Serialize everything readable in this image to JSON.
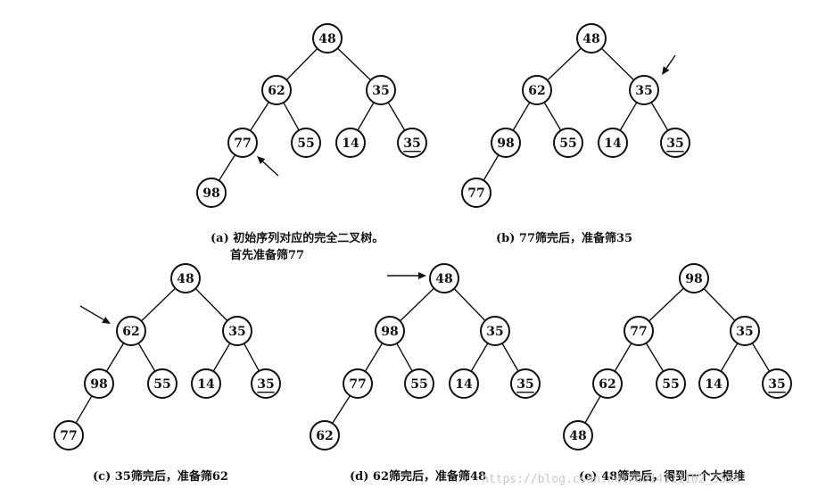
{
  "diagram": {
    "trees": [
      {
        "id": "a",
        "caption_lines": [
          "(a) 初始序列对应的完全二叉树。",
          "首先准备筛77"
        ],
        "nodes": [
          "48",
          "62",
          "35",
          "77",
          "55",
          "14",
          "35",
          "98"
        ],
        "arrow_on": 3
      },
      {
        "id": "b",
        "caption_lines": [
          "(b) 77筛完后，准备筛35"
        ],
        "nodes": [
          "48",
          "62",
          "35",
          "98",
          "55",
          "14",
          "35",
          "77"
        ],
        "arrow_on": 2
      },
      {
        "id": "c",
        "caption_lines": [
          "(c) 35筛完后，准备筛62"
        ],
        "nodes": [
          "48",
          "62",
          "35",
          "98",
          "55",
          "14",
          "35",
          "77"
        ],
        "arrow_on": 1
      },
      {
        "id": "d",
        "caption_lines": [
          "(d) 62筛完后，准备筛48"
        ],
        "nodes": [
          "48",
          "98",
          "35",
          "77",
          "55",
          "14",
          "35",
          "62"
        ],
        "arrow_on": 0
      },
      {
        "id": "e",
        "caption_lines": [
          "(e) 48筛完后，得到一个大根堆"
        ],
        "nodes": [
          "98",
          "77",
          "35",
          "62",
          "55",
          "14",
          "35",
          "48"
        ],
        "arrow_on": null
      }
    ],
    "duplicate_node_index": 6,
    "watermark": "https://blog.csdn.net/u014111102_3555"
  }
}
